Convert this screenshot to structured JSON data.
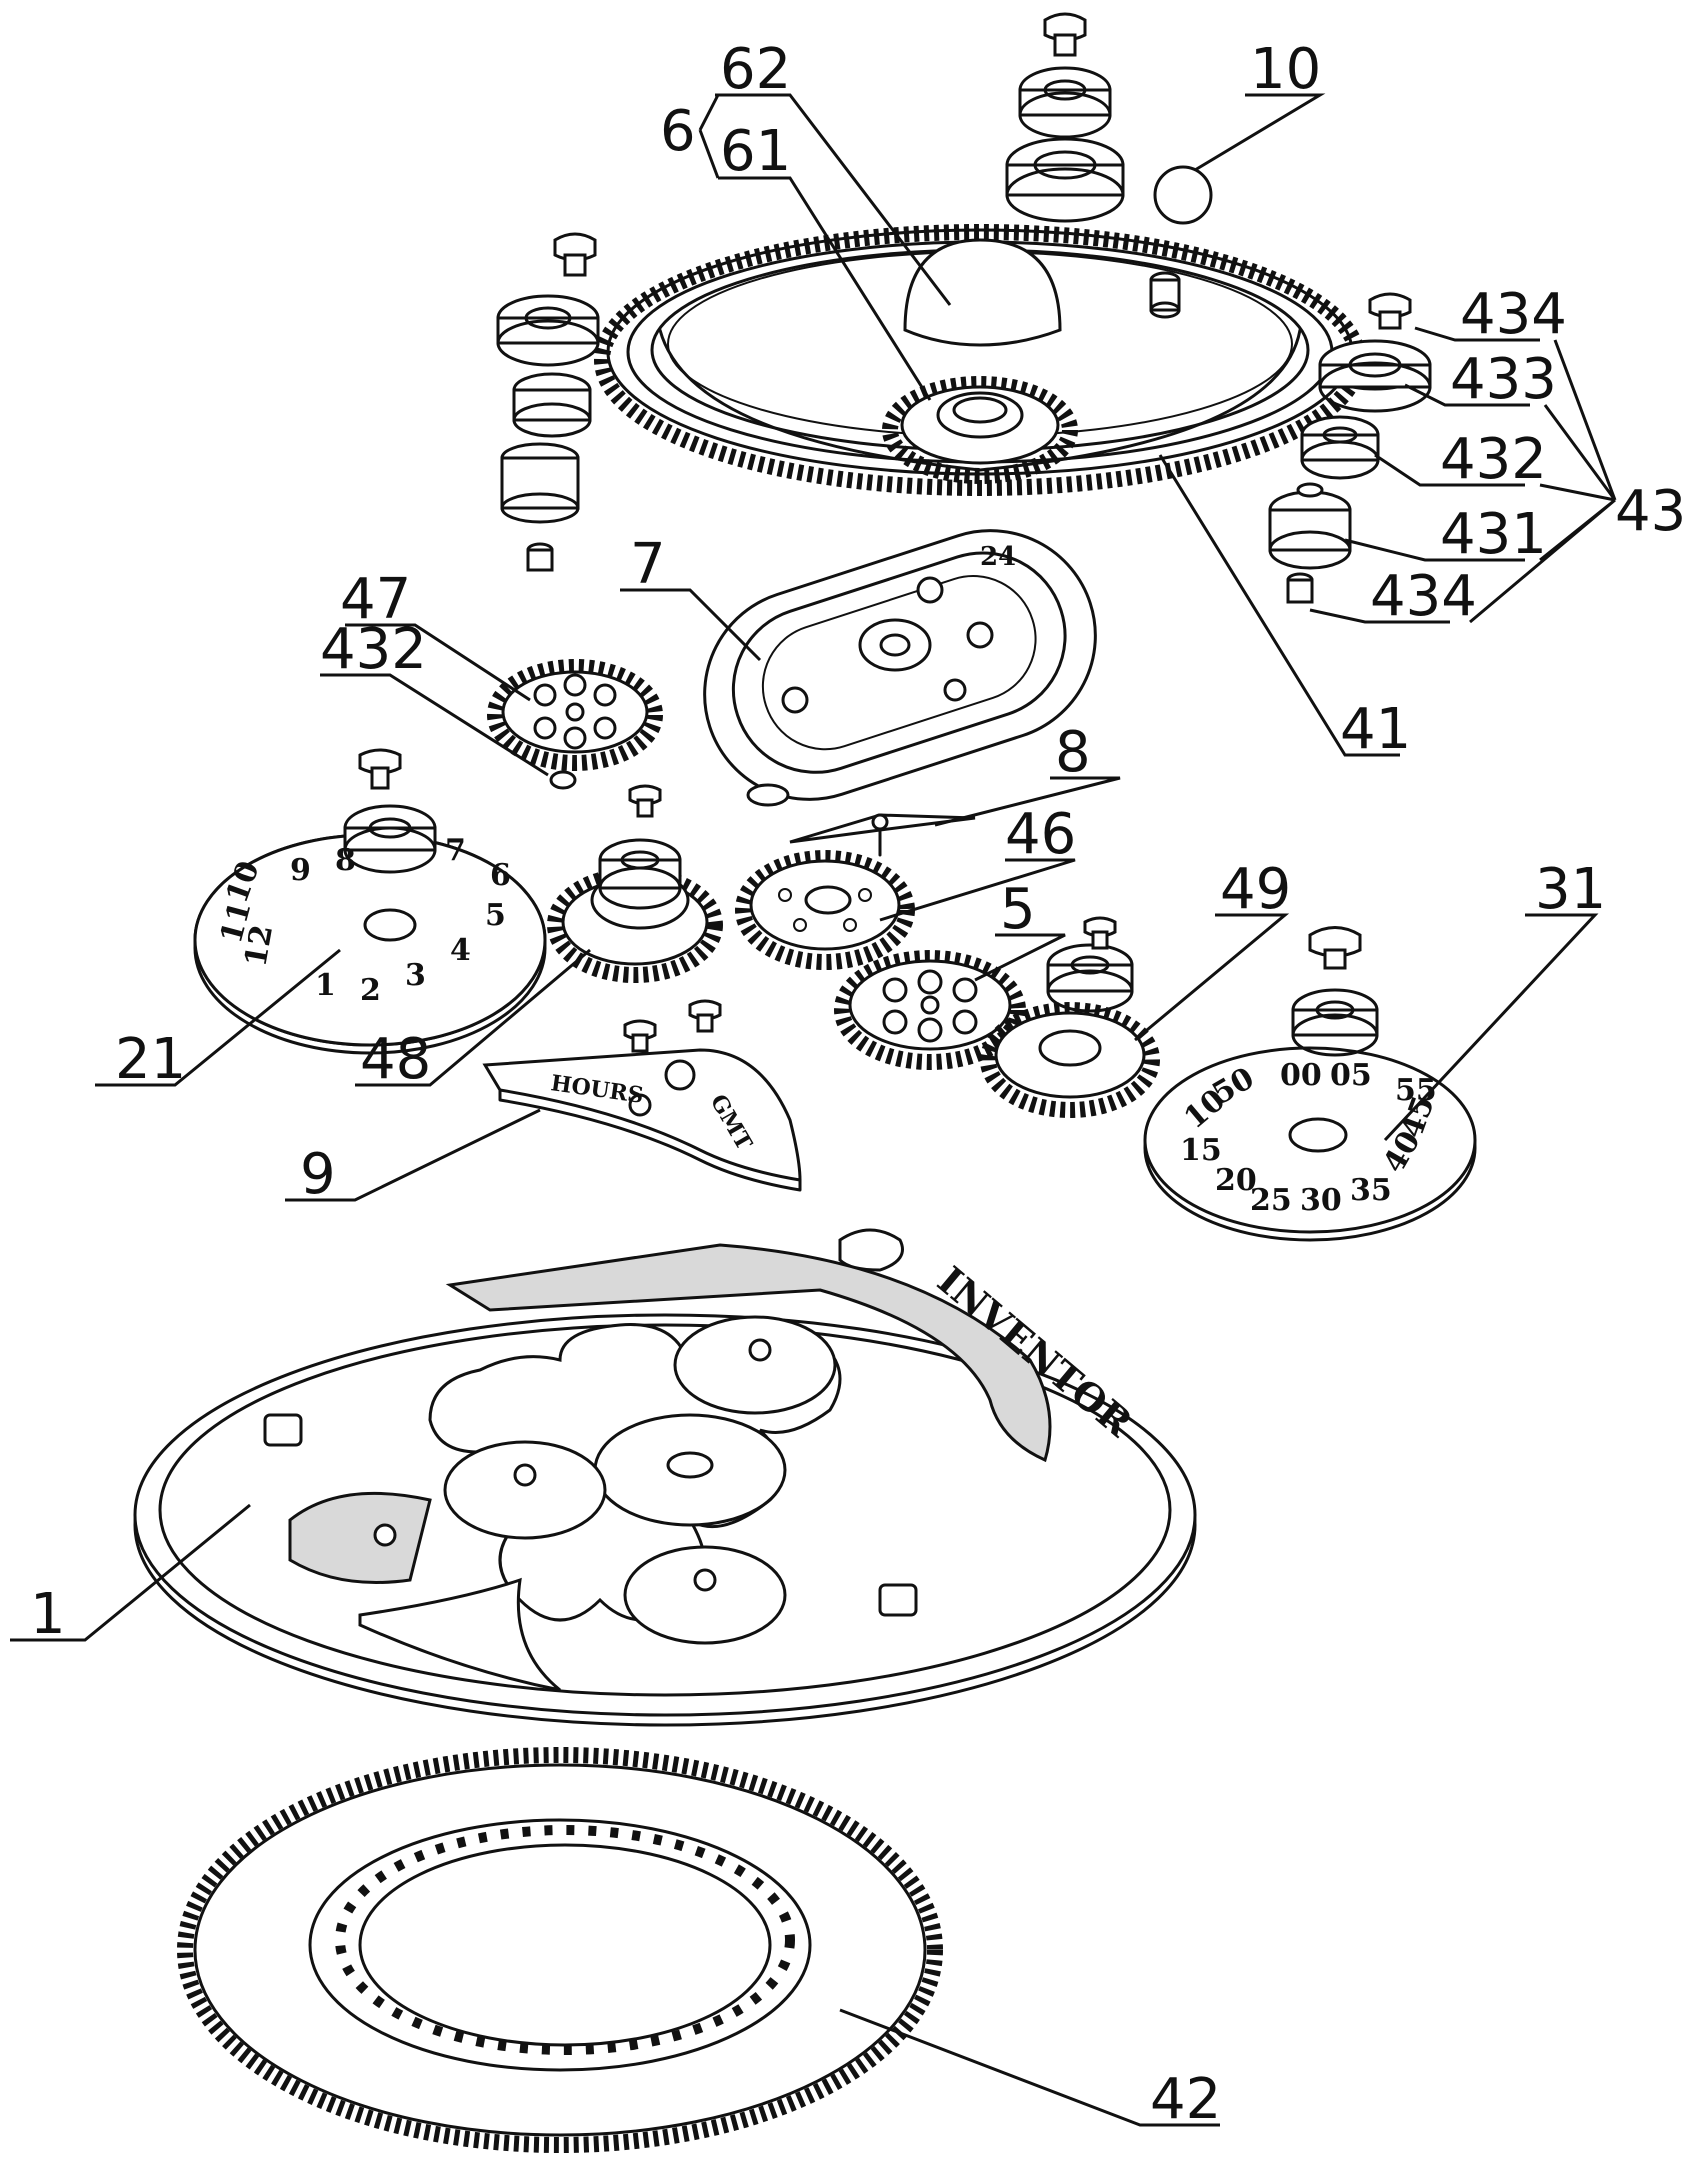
{
  "labels": {
    "l1": "1",
    "l5": "5",
    "l6": "6",
    "l7": "7",
    "l8": "8",
    "l9": "9",
    "l10": "10",
    "l21": "21",
    "l31": "31",
    "l41": "41",
    "l42": "42",
    "l43": "43",
    "l46": "46",
    "l47": "47",
    "l48": "48",
    "l49": "49",
    "l61": "61",
    "l62": "62",
    "l431": "431",
    "l432a": "432",
    "l432b": "432",
    "l433": "433",
    "l434a": "434",
    "l434b": "434"
  },
  "engravings": {
    "inventor": "INVENTOR",
    "hours": "HOURS",
    "gmt": "GMT",
    "gmt_scale": "24"
  },
  "hour_dial": [
    "12",
    "1",
    "2",
    "3",
    "4",
    "5",
    "6",
    "7",
    "8",
    "9",
    "10",
    "11"
  ],
  "minute_dial": [
    "00",
    "05",
    "10",
    "15",
    "20",
    "25",
    "30",
    "35",
    "40",
    "45",
    "50",
    "55"
  ]
}
